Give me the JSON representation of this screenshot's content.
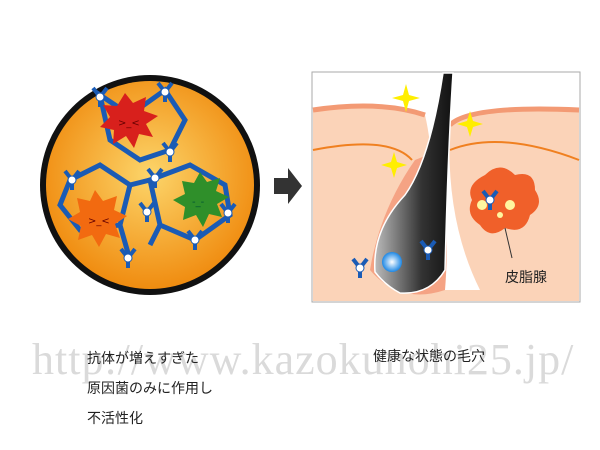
{
  "left_caption": [
    "抗体が増えすぎた",
    "原因菌のみに作用し",
    "不活性化"
  ],
  "right_caption": "健康な状態の毛穴",
  "label_sebaceous_gland": "皮脂腺",
  "watermark": "http://www.kazokunohi25.jp/",
  "colors": {
    "antibody": "#1a5bb5",
    "skin": "#fbd3b8",
    "skin_edge": "#f39a74",
    "hair": "#222222",
    "gland": "#f0602a",
    "sparkle": "#ffee00",
    "circle_fill": "#f7a21b"
  }
}
